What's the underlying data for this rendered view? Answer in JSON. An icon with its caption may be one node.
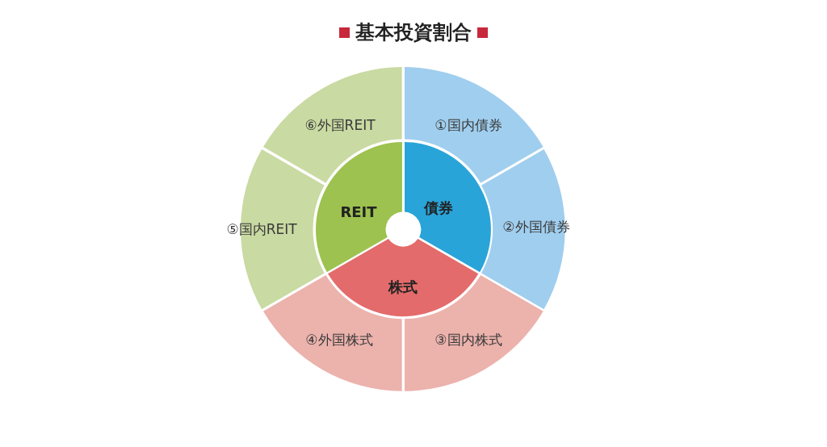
{
  "diagram": {
    "title": "基本投資割合",
    "nodes": [
      {
        "text": [
          "債券"
        ]
      },
      {
        "text": [
          "株式"
        ]
      },
      {
        "text": [
          "REIT"
        ]
      },
      {
        "text": [
          "①国内債券"
        ]
      },
      {
        "text": [
          "②外国債券"
        ]
      },
      {
        "text": [
          "③国内株式"
        ]
      },
      {
        "text": [
          "④外国株式"
        ]
      },
      {
        "text": [
          "⑤国内REIT"
        ]
      },
      {
        "text": [
          "⑥外国REIT"
        ]
      }
    ]
  }
}
